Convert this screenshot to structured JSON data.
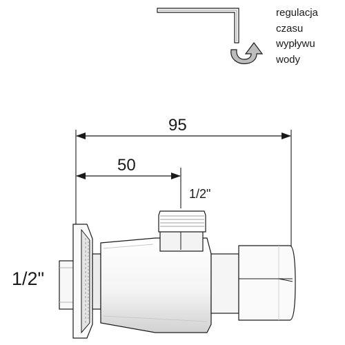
{
  "note": {
    "lines": [
      "regulacja",
      "czasu",
      "wypływu",
      "wody"
    ]
  },
  "dimensions": {
    "overall": "95",
    "to_outlet": "50"
  },
  "threads": {
    "top_outlet": "1/2\"",
    "inlet": "1/2\""
  },
  "icons": {
    "hex_key": "hex-key-icon",
    "rotate": "rotate-arrow-icon"
  },
  "colors": {
    "line": "#1a1a1a",
    "shade": "#d6d6d6",
    "arrow_fill": "#bdbdbd"
  }
}
